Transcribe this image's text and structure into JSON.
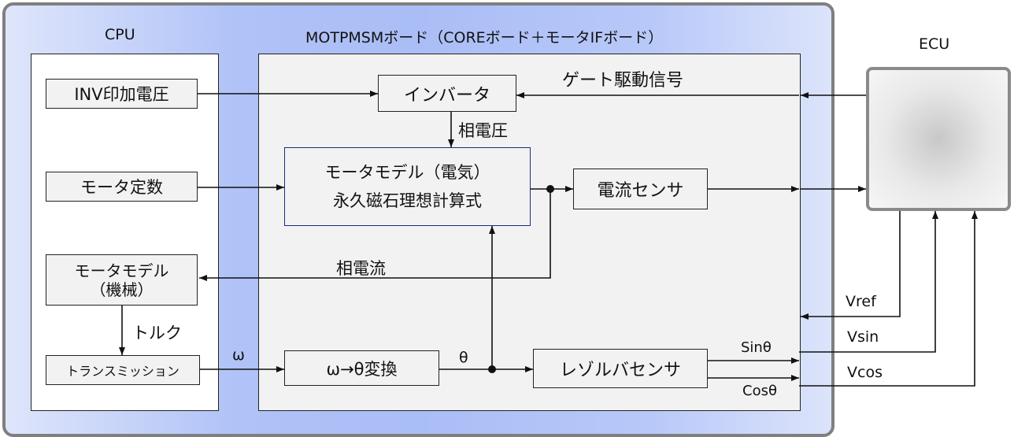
{
  "cpu": {
    "title": "CPU",
    "inv_voltage": "INV印加電圧",
    "motor_constants": "モータ定数",
    "motor_model_mech_line1": "モータモデル",
    "motor_model_mech_line2": "（機械）",
    "transmission": "トランスミッション"
  },
  "board": {
    "title": "MOTPMSMボード（COREボード＋モータIFボード）",
    "inverter": "インバータ",
    "phase_voltage": "相電圧",
    "motor_model_elec_line1": "モータモデル（電気）",
    "motor_model_elec_line2": "永久磁石理想計算式",
    "current_sensor": "電流センサ",
    "phase_current": "相電流",
    "omega_theta": "ω→θ変換",
    "resolver_sensor": "レゾルバセンサ",
    "gate_drive": "ゲート駆動信号",
    "omega": "ω",
    "theta": "θ",
    "sin_theta": "Sinθ",
    "cos_theta": "Cosθ",
    "torque": "トルク"
  },
  "ecu": {
    "title": "ECU",
    "vref": "Vref",
    "vsin": "Vsin",
    "vcos": "Vcos"
  },
  "colors": {
    "frame": "#7f7f7f",
    "background_blue": "#aabdf6",
    "block_fill": "#f2f2f2",
    "highlight_border": "#1f2a80"
  }
}
